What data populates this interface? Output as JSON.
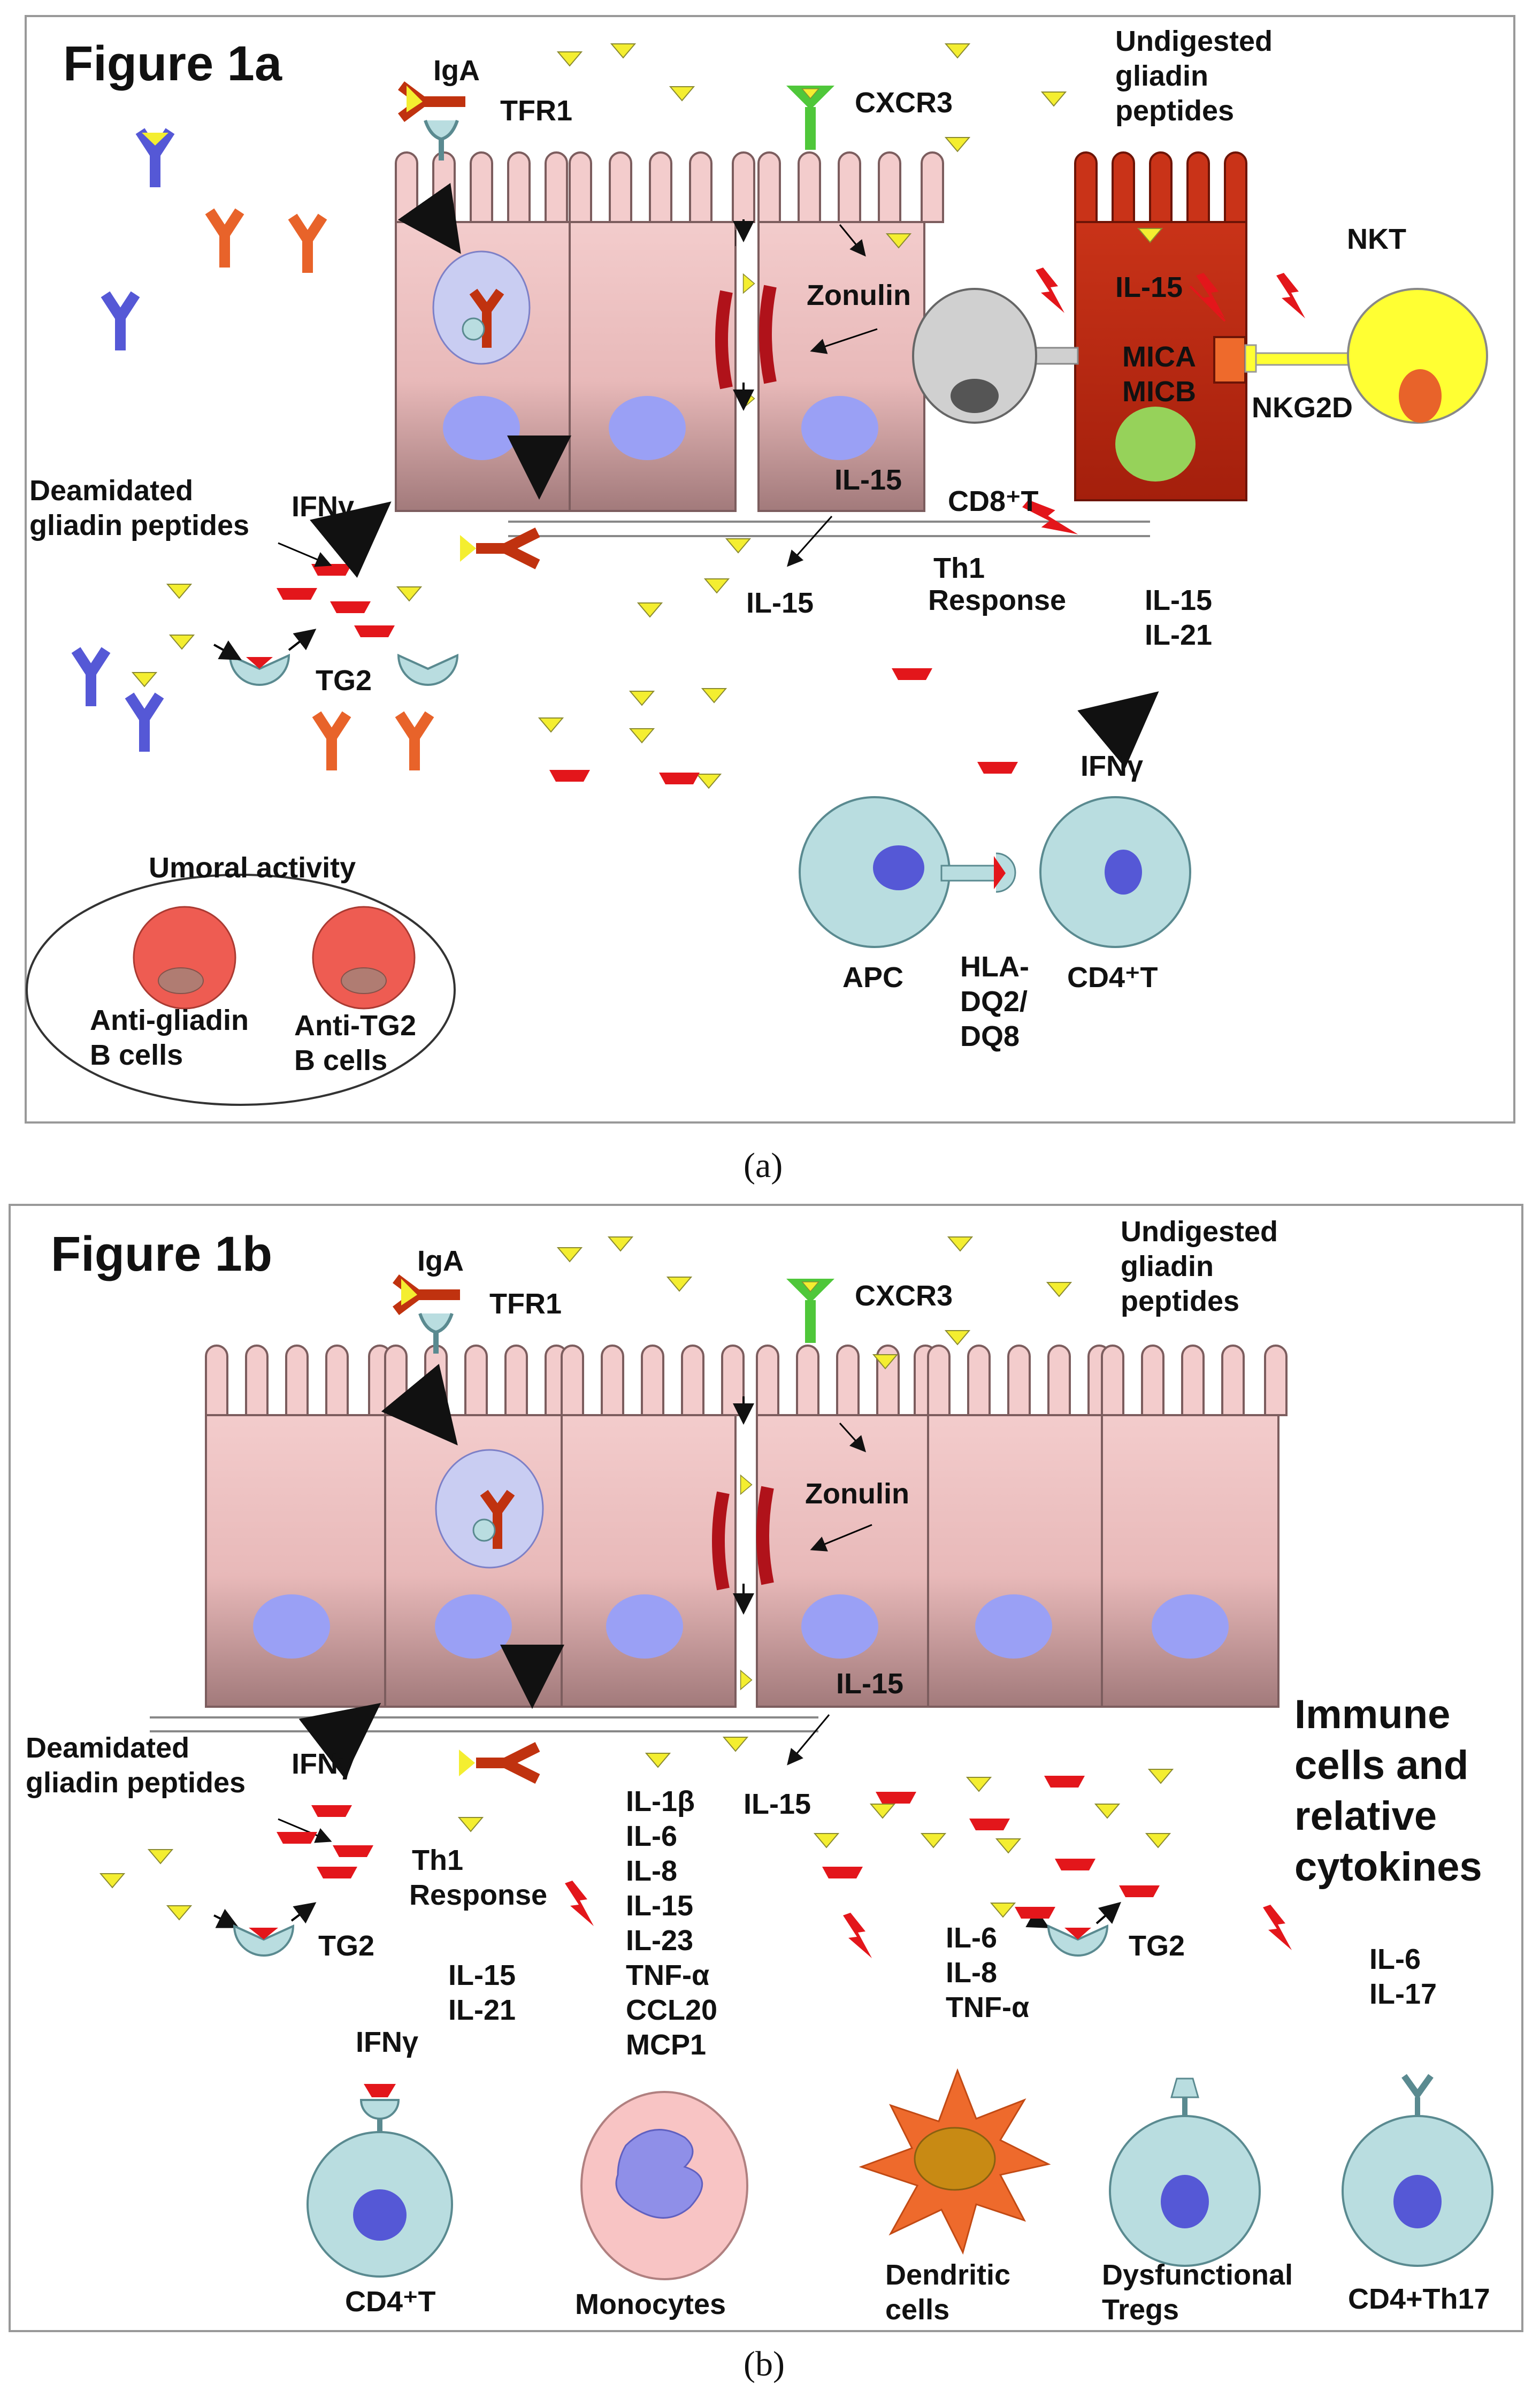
{
  "colors": {
    "epithelium_top": "#f2c9c9",
    "epithelium_bottom": "#a77f80",
    "nucleus": "#9aa0f5",
    "cell_blue": "#b9dde0",
    "gliadin_yellow": "#f4ee30",
    "deamidated_red": "#e3161b",
    "igA_red": "#c0320f",
    "antibody_blue": "#5558d6",
    "antibody_orange": "#e8632a",
    "cd8_grey": "#d0d0d0",
    "infected_cell": "#b9270f",
    "nkt_yellow": "#ffff33",
    "b_cell": "#ee5c52",
    "cxcr3_green": "#4fc73a",
    "monocyte_pink": "#f8c4c4",
    "dendritic_orange": "#ee6a2c"
  },
  "panel_a": {
    "title": "Figure 1a",
    "caption": "(a)",
    "labels": {
      "iga": "IgA",
      "tfr1": "TFR1",
      "cxcr3": "CXCR3",
      "undigested_1": "Undigested",
      "undigested_2": "gliadin",
      "undigested_3": "peptides",
      "zonulin": "Zonulin",
      "il15_cell": "IL-15",
      "il15_top": "IL-15",
      "mica": "MICA",
      "micb": "MICB",
      "nkt": "NKT",
      "nkg2d": "NKG2D",
      "cd8t": "CD8⁺T",
      "deam_1": "Deamidated",
      "deam_2": "gliadin peptides",
      "ifng_1": "IFNγ",
      "il15_2": "IL-15",
      "th1_1": "Th1",
      "th1_2": "Response",
      "il15_3": "IL-15",
      "il21": "IL-21",
      "tg2": "TG2",
      "ifng_2": "IFNγ",
      "umoral": "Umoral activity",
      "antigliadin_1": "Anti-gliadin",
      "antigliadin_2": "B cells",
      "antitg2_1": "Anti-TG2",
      "antitg2_2": "B cells",
      "apc": "APC",
      "hla_1": "HLA-",
      "hla_2": "DQ2/",
      "hla_3": "DQ8",
      "cd4t": "CD4⁺T"
    }
  },
  "panel_b": {
    "title": "Figure 1b",
    "caption": "(b)",
    "labels": {
      "iga": "IgA",
      "tfr1": "TFR1",
      "cxcr3": "CXCR3",
      "undigested_1": "Undigested",
      "undigested_2": "gliadin",
      "undigested_3": "peptides",
      "zonulin": "Zonulin",
      "il15_cell": "IL-15",
      "immune_1": "Immune",
      "immune_2": "cells and",
      "immune_3": "relative",
      "immune_4": "cytokines",
      "deam_1": "Deamidated",
      "deam_2": "gliadin peptides",
      "ifng_1": "IFNγ",
      "il15_2": "IL-15",
      "th1_1": "Th1",
      "th1_2": "Response",
      "tg2_left": "TG2",
      "il15_3": "IL-15",
      "il21": "IL-21",
      "ifng_2": "IFNγ",
      "cd4t": "CD4⁺T",
      "mono_cytokines": [
        "IL-1β",
        "IL-6",
        "IL-8",
        "IL-15",
        "IL-23",
        "TNF-α",
        "CCL20",
        "MCP1"
      ],
      "monocytes": "Monocytes",
      "dc_cytokines": [
        "IL-6",
        "IL-8",
        "TNF-α"
      ],
      "tg2_right": "TG2",
      "dendritic_1": "Dendritic",
      "dendritic_2": "cells",
      "tregs_1": "Dysfunctional",
      "tregs_2": "Tregs",
      "th17_cytokines": [
        "IL-6",
        "IL-17"
      ],
      "th17": "CD4+Th17"
    }
  }
}
